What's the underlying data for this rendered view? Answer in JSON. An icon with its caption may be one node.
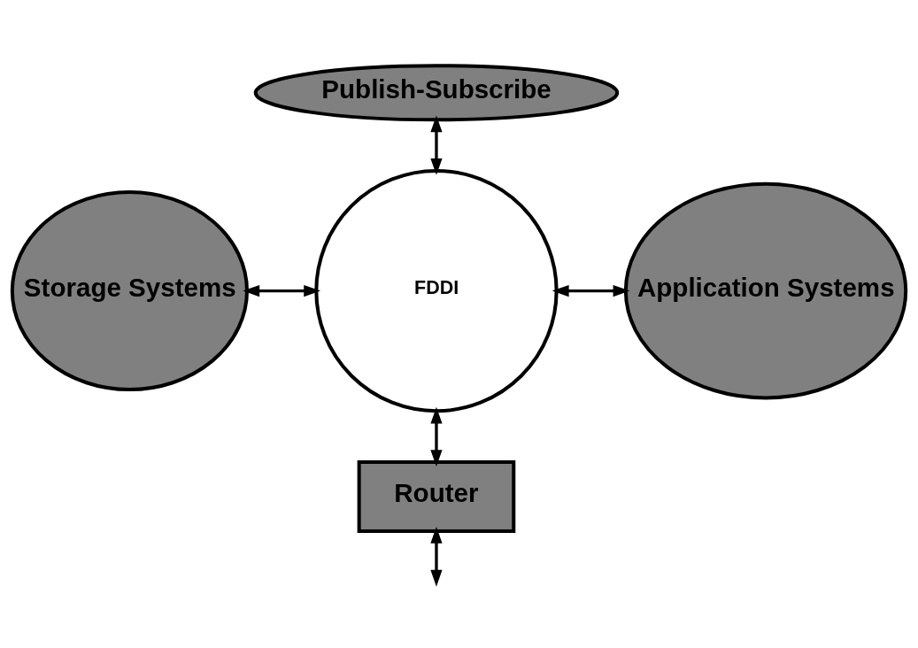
{
  "diagram": {
    "nodes": [
      {
        "text": [
          "Publish-Subscribe"
        ]
      },
      {
        "text": [
          "Storage Systems"
        ]
      },
      {
        "text": [
          "FDDI"
        ]
      },
      {
        "text": [
          "Application Systems"
        ]
      },
      {
        "text": [
          "Router"
        ]
      }
    ],
    "edges": [
      {
        "from": 0,
        "to": 2,
        "arrow": "both"
      },
      {
        "from": 1,
        "to": 2,
        "arrow": "both"
      },
      {
        "from": 2,
        "to": 3,
        "arrow": "both"
      },
      {
        "from": 2,
        "to": 4,
        "arrow": "both"
      },
      {
        "from": 4,
        "to": null,
        "arrow": "both"
      }
    ]
  }
}
